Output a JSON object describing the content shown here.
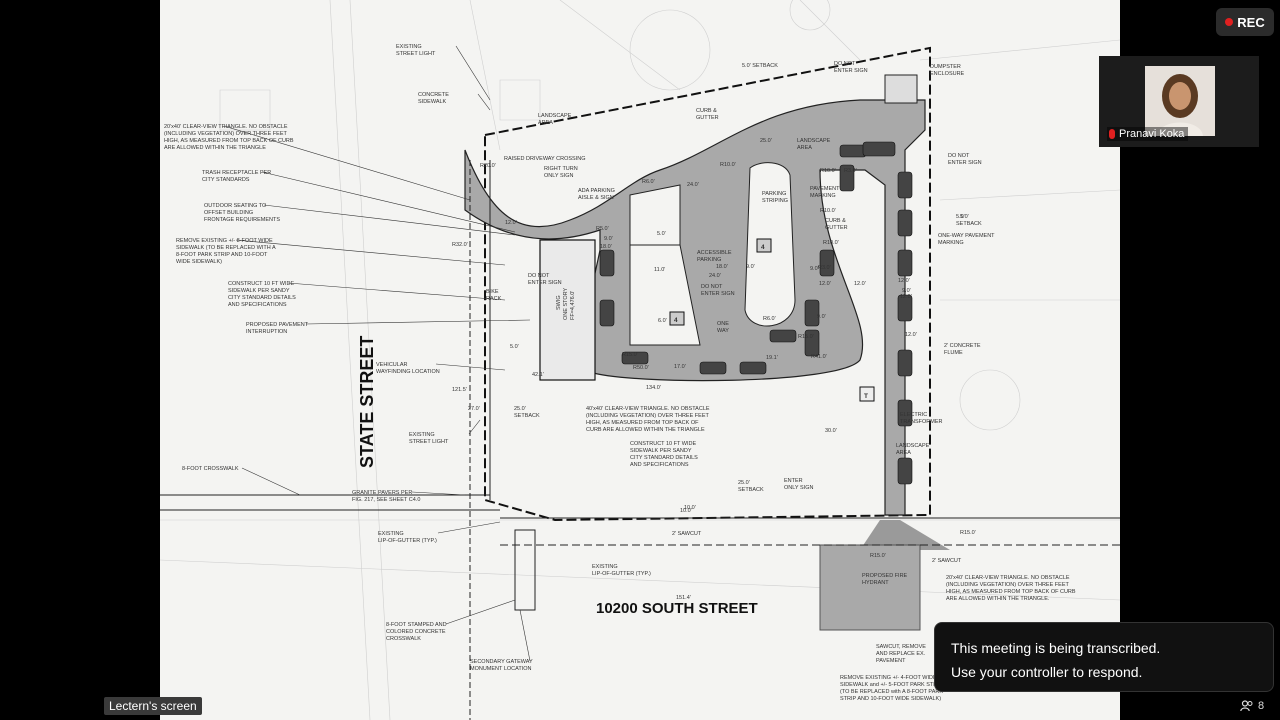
{
  "meeting": {
    "recording_label": "REC",
    "participant_name": "Pranavi Koka",
    "transcription_notice_line1": "This meeting is being transcribed.",
    "transcription_notice_line2": "Use your controller to respond.",
    "screen_label": "Lectern's screen",
    "participant_count": "8",
    "colors": {
      "rec_red": "#e02020",
      "toast_bg": "#111111"
    }
  },
  "plan": {
    "streets": [
      "STATE STREET",
      "10200 SOUTH STREET"
    ],
    "building": [
      "SWIG",
      "ONE STORY",
      "FF=4,476.0'"
    ],
    "left_notes": [
      "EXISTING\nSTREET LIGHT",
      "CONCRETE\nSIDEWALK",
      "20'x40' CLEAR-VIEW TRIANGLE. NO OBSTACLE\n(INCLUDING VEGETATION) OVER THREE FEET\nHIGH, AS MEASURED FROM TOP BACK OF CURB\nARE ALLOWED WITHIN THE TRIANGLE",
      "TRASH RECEPTACLE PER\nCITY STANDARDS",
      "OUTDOOR SEATING TO\nOFFSET BUILDING\nFRONTAGE REQUIREMENTS",
      "REMOVE EXISTING +/- 8-FOOT WIDE\nSIDEWALK (TO BE REPLACED WITH A\n8-FOOT PARK STRIP AND 10-FOOT\nWIDE SIDEWALK)",
      "CONSTRUCT 10 FT WIDE\nSIDEWALK PER SANDY\nCITY STANDARD DETAILS\nAND SPECIFICATIONS",
      "PROPOSED PAVEMENT\nINTERRUPTION",
      "VEHICULAR\nWAYFINDING LOCATION",
      "EXISTING\nSTREET LIGHT",
      "8-FOOT CROSSWALK",
      "GRANITE PAVERS PER\nFIG. 217, SEE SHEET C4.0",
      "EXISTING\nLIP-OF-GUTTER (TYP.)",
      "8-FOOT STAMPED AND\nCOLORED CONCRETE\nCROSSWALK",
      "SECONDARY GATEWAY\nMONUMENT LOCATION"
    ],
    "center_notes": [
      "LANDSCAPE\nAREA",
      "CURB &\nGUTTER",
      "RAISED DRIVEWAY CROSSING",
      "RIGHT TURN\nONLY SIGN",
      "ADA PARKING\nAISLE & SIGN",
      "PARKING\nSTRIPING",
      "LANDSCAPE\nAREA",
      "PAVEMENT\nMARKING",
      "CURB &\nGUTTER",
      "DO NOT\nENTER SIGN",
      "BIKE\nRACK",
      "ACCESSIBLE\nPARKING",
      "DO NOT\nENTER SIGN",
      "ONE\nWAY",
      "25.0'\nSETBACK",
      "40'x40' CLEAR-VIEW TRIANGLE. NO OBSTACLE\n(INCLUDING VEGETATION) OVER THREE FEET\nHIGH, AS MEASURED FROM TOP BACK OF\nCURB ARE ALLOWED WITHIN THE TRIANGLE",
      "CONSTRUCT 10 FT WIDE\nSIDEWALK PER SANDY\nCITY STANDARD DETAILS\nAND SPECIFICATIONS",
      "25.0'\nSETBACK",
      "ENTER\nONLY SIGN",
      "2' SAWCUT",
      "EXISTING\nLIP-OF-GUTTER (TYP.)"
    ],
    "right_notes": [
      "5.0' SETBACK",
      "DO NOT\nENTER SIGN",
      "DUMPSTER\nENCLOSURE",
      "DO NOT\nENTER SIGN",
      "5.0'\nSETBACK",
      "ONE-WAY PAVEMENT\nMARKING",
      "2' CONCRETE\nFLUME",
      "ELECTRIC\nTRANSFORMER",
      "LANDSCAPE\nAREA",
      "R15.0'",
      "2' SAWCUT",
      "R15.0'",
      "PROPOSED FIRE\nHYDRANT",
      "20'x40' CLEAR-VIEW TRIANGLE. NO OBSTACLE\n(INCLUDING VEGETATION) OVER THREE FEET\nHIGH, AS MEASURED FROM TOP BACK OF CURB\nARE ALLOWED WITHIN THE TRIANGLE.",
      "SAWCUT, REMOVE\nAND REPLACE EX.\nPAVEMENT",
      "REMOVE EXISTING +/- 4-FOOT WIDE\nSIDEWALK and +/- 5-FOOT PARK STRIP\n(TO BE REPLACED with A 8-FOOT PARK\nSTRIP AND 10-FOOT WIDE SIDEWALK)"
    ],
    "dimensions": [
      "R20.0'",
      "12.0'",
      "R32.0'",
      "25.0'",
      "R10.0'",
      "R6.0'",
      "24.0'",
      "R10.0'",
      "R5.0'",
      "5.0'",
      "9.0'",
      "11.0'",
      "18.0'",
      "24.0'",
      "18.0'",
      "9.0'",
      "6.0'",
      "R6.0'",
      "R3.0'",
      "R10.0'",
      "R10.0'",
      "R3.0'",
      "9.0'",
      "12.0'",
      "12.0'",
      "9.0'",
      "12.0'",
      "R15.0'",
      "R15.0'",
      "R50.0'",
      "17.0'",
      "R41.0'",
      "19.1'",
      "10.0'",
      "5.0'",
      "42.1'",
      "121.5'",
      "27.0'",
      "134.0'",
      "30.0'",
      "10.0'",
      "151.4'",
      "5.0'",
      "12.0'",
      "9.0'",
      "12.0'"
    ],
    "stall_counts": [
      "4",
      "4"
    ]
  }
}
